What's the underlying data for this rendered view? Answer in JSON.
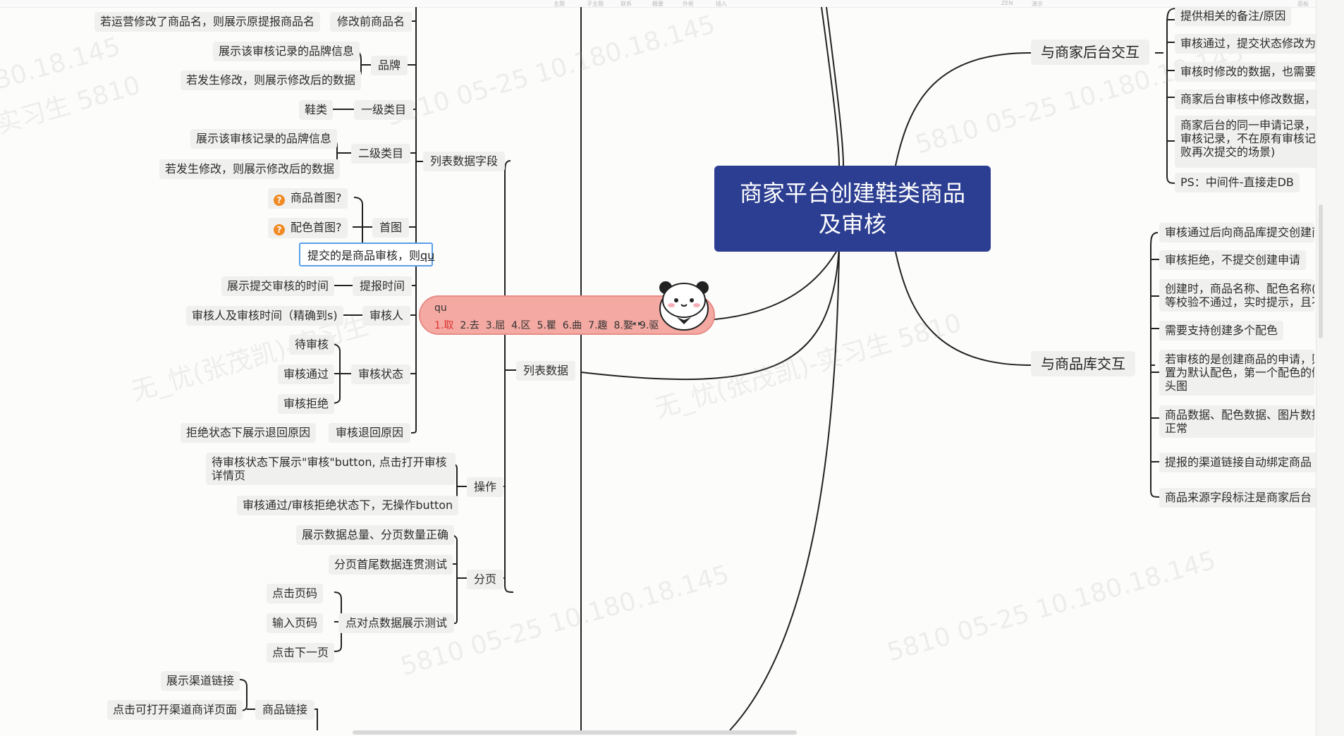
{
  "central": {
    "title_line1": "商家平台创建鞋类商品",
    "title_line2": "及审核"
  },
  "left": {
    "list_fields": "列表数据字段",
    "list_data": "列表数据",
    "before_name": {
      "label": "修改前商品名",
      "desc": "若运营修改了商品名，则展示原提报商品名"
    },
    "brand": {
      "label": "品牌",
      "desc1": "展示该审核记录的品牌信息",
      "desc2": "若发生修改，则展示修改后的数据"
    },
    "cat1": {
      "label": "一级类目",
      "value": "鞋类"
    },
    "cat2": {
      "label": "二级类目",
      "desc1": "展示该审核记录的品牌信息",
      "desc2": "若发生修改，则展示修改后的数据"
    },
    "first_img": {
      "label": "首图",
      "q1": "商品首图?",
      "q2": "配色首图?",
      "editing": "提交的是商品审核，则",
      "editing_tail": "qu"
    },
    "submit_time": {
      "label": "提报时间",
      "desc": "展示提交审核的时间"
    },
    "reviewer": {
      "label": "审核人",
      "desc": "审核人及审核时间（精确到s)"
    },
    "status": {
      "label": "审核状态",
      "items": [
        "待审核",
        "审核通过",
        "审核拒绝"
      ]
    },
    "reject_reason": {
      "label": "审核退回原因",
      "desc": "拒绝状态下展示退回原因"
    },
    "operation": {
      "label": "操作",
      "desc1": "待审核状态下展示\"审核\"button, 点击打开审核详情页",
      "desc2": "审核通过/审核拒绝状态下，无操作button"
    },
    "paging": {
      "label": "分页",
      "desc1": "展示数据总量、分页数量正确",
      "desc2": "分页首尾数据连贯测试",
      "p2p": "点对点数据展示测试",
      "p2p_items": [
        "点击页码",
        "输入页码",
        "点击下一页"
      ]
    },
    "product_link": {
      "label": "商品链接",
      "desc1": "展示渠道链接",
      "desc2": "点击可打开渠道商详页面"
    }
  },
  "right": {
    "merchant": {
      "label": "与商家后台交互",
      "items": [
        "提供相关的备注/原因",
        "审核通过，提交状态修改为\"审",
        "审核时修改的数据，也需要同",
        "商家后台审核中修改数据，同",
        "商家后台的同一申请记录，多\n审核记录，不在原有审核记录\n败再次提交的场景)",
        "PS：中间件-直接走DB"
      ]
    },
    "library": {
      "label": "与商品库交互",
      "items": [
        "审核通过后向商品库提交创建商",
        "审核拒绝，不提交创建申请",
        "创建时，商品名称、配色名称(同\n等校验不通过，实时提示，且不",
        "需要支持创建多个配色",
        "若审核的是创建商品的申请，则\n置为默认配色，第一个配色的侧\n头图",
        "商品数据、配色数据、图片数据\n正常",
        "提报的渠道链接自动绑定商品",
        "商品来源字段标注是商家后台"
      ]
    }
  },
  "ime": {
    "code": "qu",
    "candidates": [
      "1.取",
      "2.去",
      "3.屈",
      "4.区",
      "5.瞿",
      "6.曲",
      "7.趣",
      "8.娶",
      "9.驱"
    ],
    "arrows": "◂ ▸"
  },
  "topbar": {
    "items": [
      "主题",
      "子主题",
      "联系",
      "概要",
      "外框",
      "插入",
      "ZEN",
      "演示",
      "面板"
    ]
  },
  "colors": {
    "central_bg": "#2c3e91",
    "edit_border": "#5aa0e8",
    "ime_bg": "#f4a9a2",
    "question": "#f08a24"
  }
}
